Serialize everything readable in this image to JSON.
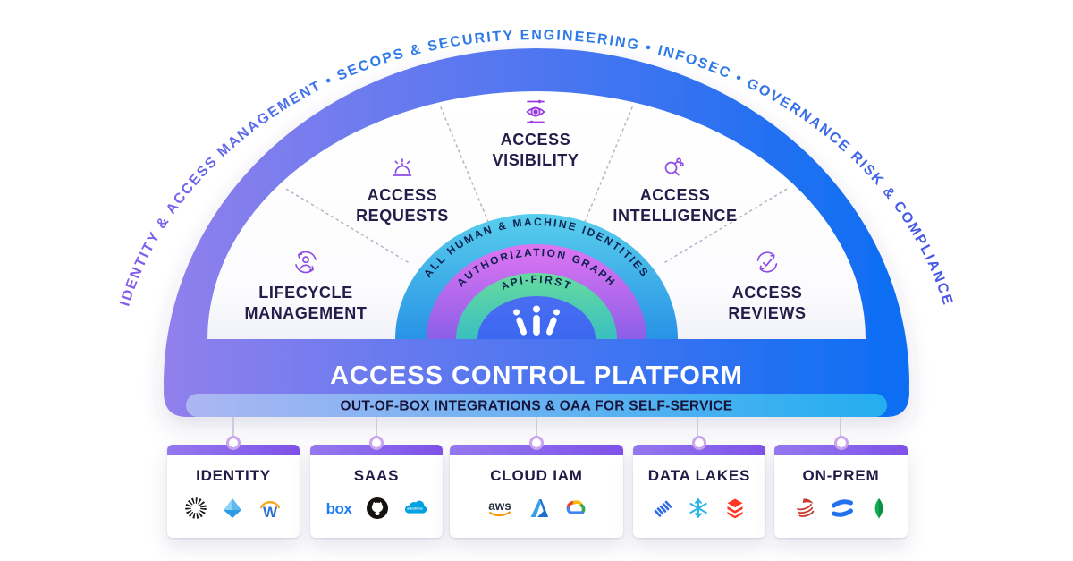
{
  "arc": {
    "labels": [
      "IDENTITY & ACCESS MANAGEMENT",
      "SECOPS & SECURITY ENGINEERING",
      "INFOSEC",
      "GOVERNANCE RISK & COMPLIANCE"
    ],
    "display": "IDENTITY & ACCESS MANAGEMENT   •   SECOPS & SECURITY ENGINEERING   •   INFOSEC   •   GOVERNANCE RISK & COMPLIANCE"
  },
  "segments": [
    {
      "line1": "LIFECYCLE",
      "line2": "MANAGEMENT",
      "icon": "user-lifecycle-icon"
    },
    {
      "line1": "ACCESS",
      "line2": "REQUESTS",
      "icon": "service-bell-icon"
    },
    {
      "line1": "ACCESS",
      "line2": "VISIBILITY",
      "icon": "eye-visibility-icon"
    },
    {
      "line1": "ACCESS",
      "line2": "INTELLIGENCE",
      "icon": "magnifier-insights-icon"
    },
    {
      "line1": "ACCESS",
      "line2": "REVIEWS",
      "icon": "cycle-check-icon"
    }
  ],
  "rings": [
    {
      "label": "ALL HUMAN & MACHINE IDENTITIES",
      "color_top": "#59CEEC",
      "color_bottom": "#2893E5"
    },
    {
      "label": "AUTHORIZATION GRAPH",
      "color_top": "#DF75F2",
      "color_bottom": "#8C5FE8"
    },
    {
      "label": "API-FIRST",
      "color_top": "#67DB9D",
      "color_bottom": "#3ABFC1"
    }
  ],
  "platform": {
    "name": "ACCESS CONTROL PLATFORM",
    "integration_bar": "OUT-OF-BOX INTEGRATIONS & OAA FOR SELF-SERVICE"
  },
  "logo_text": {
    "box": "box",
    "aws": "aws",
    "workday_w": "W",
    "salesforce": "salesforce"
  },
  "categories": [
    {
      "title": "IDENTITY",
      "logos": [
        "okta",
        "azure-ad",
        "workday"
      ]
    },
    {
      "title": "SAAS",
      "logos": [
        "box",
        "github",
        "salesforce"
      ]
    },
    {
      "title": "CLOUD IAM",
      "logos": [
        "aws",
        "azure",
        "google-cloud"
      ]
    },
    {
      "title": "DATA LAKES",
      "logos": [
        "diagonal-stripes",
        "snowflake",
        "databricks"
      ]
    },
    {
      "title": "ON-PREM",
      "logos": [
        "sql-server",
        "confluence",
        "mongodb"
      ]
    }
  ],
  "colors": {
    "band_left": "#9180EC",
    "band_right": "#0A6DF3",
    "arc_text_purple": "#8A5BEE",
    "arc_text_blue": "#2E7BE8",
    "center_arch": "#4169F0",
    "segment_icon": "#8C4BE8",
    "segment_text": "#241D49",
    "integration_bar_left": "#ADB6F3",
    "integration_bar_right": "#23AEF0",
    "card_header_left": "#9478EF",
    "card_header_right": "#7E52E8"
  }
}
